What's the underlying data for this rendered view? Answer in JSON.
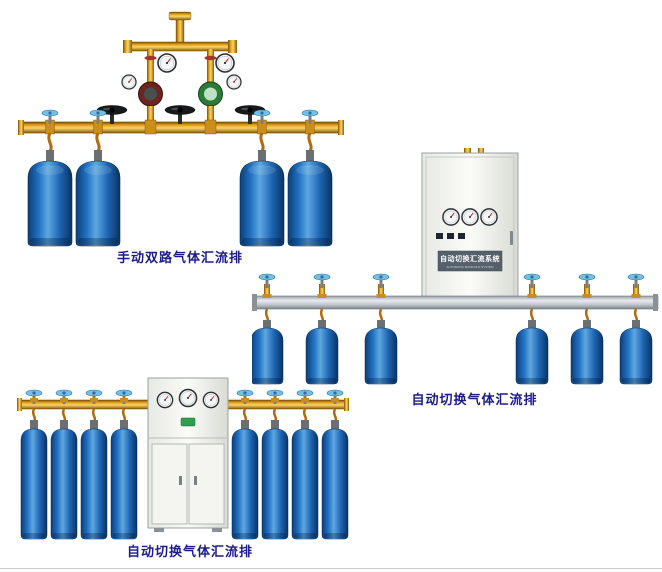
{
  "page": {
    "background": "#ffffff"
  },
  "figures": [
    {
      "name": "manual-dual-gas-manifold",
      "caption": "手动双路气体汇流排"
    },
    {
      "name": "auto-switch-gas-manifold",
      "caption": "自动切换气体汇流排",
      "cabinet_label": "自动切换汇流系统",
      "cabinet_sublabel": "AUTOMATIC MANIFOLD SYSTEM"
    },
    {
      "name": "auto-switch-gas-manifold-2",
      "caption": "自动切换气体汇流排"
    }
  ],
  "colors": {
    "caption_text": "#1b1b8a",
    "cylinder_blue": "#2272c4",
    "brass_pipe": "#e9a41e",
    "manifold_steel": "#c3c9ce",
    "cabinet_body": "#f2f3ee",
    "regulator_green": "#2c7a38",
    "regulator_red": "#6d2320",
    "valve_wheel_blue": "#74bfe4",
    "valve_wheel_black": "#17191b"
  }
}
